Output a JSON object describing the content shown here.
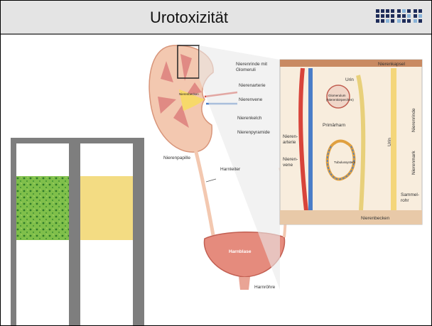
{
  "slide": {
    "title": "Urotoxizität"
  },
  "test_strips": {
    "left_pad_color": "#5aa63a",
    "right_pad_color": "#f2d774"
  },
  "kidney_diagram": {
    "labels": {
      "nierenrinde": "Nierenrinde mit",
      "glomeruli": "Glomeruli",
      "nierenarterie": "Nierenarterie",
      "nierenvene": "Nierenvene",
      "nierenkelch": "Nierenkelch",
      "nierenpyramide": "Nierenpyramide",
      "nierenpapille": "Nierenpapille",
      "harnleiter": "Harnleiter",
      "harnblase": "Harnblase",
      "harnroehre": "Harnröhre",
      "nierenbecken_small": "Nierenbecken"
    },
    "inset": {
      "nierenkapsel": "Nierenkapsel",
      "urin_top": "Urin",
      "glomerulus_1": "Glomerulum",
      "glomerulus_2": "(Nierenkörperchen)",
      "primaerharn": "Primärharn",
      "nieren_arterie_1": "Nieren-",
      "nieren_arterie_2": "arterie",
      "nieren_vene_1": "Nieren-",
      "nieren_vene_2": "vene",
      "tubulus": "Tubulussystem",
      "urin_side": "Urin",
      "nierenrinde_side": "Nierenrinde",
      "nierenmark_side": "Nierenmark",
      "sammelrohr_1": "Sammel-",
      "sammelrohr_2": "rohr",
      "nierenbecken": "Nierenbecken"
    }
  }
}
